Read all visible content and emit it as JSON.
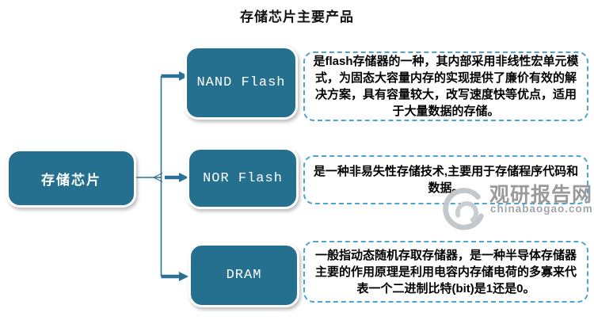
{
  "title": "存储芯片主要产品",
  "root": {
    "label": "存储芯片"
  },
  "branches": [
    {
      "label": "NAND Flash",
      "description": "是flash存储器的一种，其内部采用非线性宏单元模式，为固态大容量内存的实现提供了廉价有效的解决方案，具有容量较大，改写速度快等优点，适用于大量数据的存储。"
    },
    {
      "label": "NOR Flash",
      "description": "是一种非易失性存储技术,主要用于存储程序代码和数据。"
    },
    {
      "label": "DRAM",
      "description": "一般指动态随机存取存储器，是一种半导体存储器主要的作用原理是利用电容内存储电荷的多寡来代表一个二进制比特(bit)是1还是0。"
    }
  ],
  "watermark": {
    "site_name": "观研报告网",
    "site_domain": "chinabaogao.com"
  },
  "colors": {
    "node_fill": "#26708F",
    "node_border": "#FFFFFF",
    "connector": "#2B7095",
    "description_border": "#4EA3CF",
    "title_text": "#111111",
    "description_text": "#000000",
    "watermark_text": "#9A9A9A",
    "watermark_logo": "#C3C8CD"
  }
}
